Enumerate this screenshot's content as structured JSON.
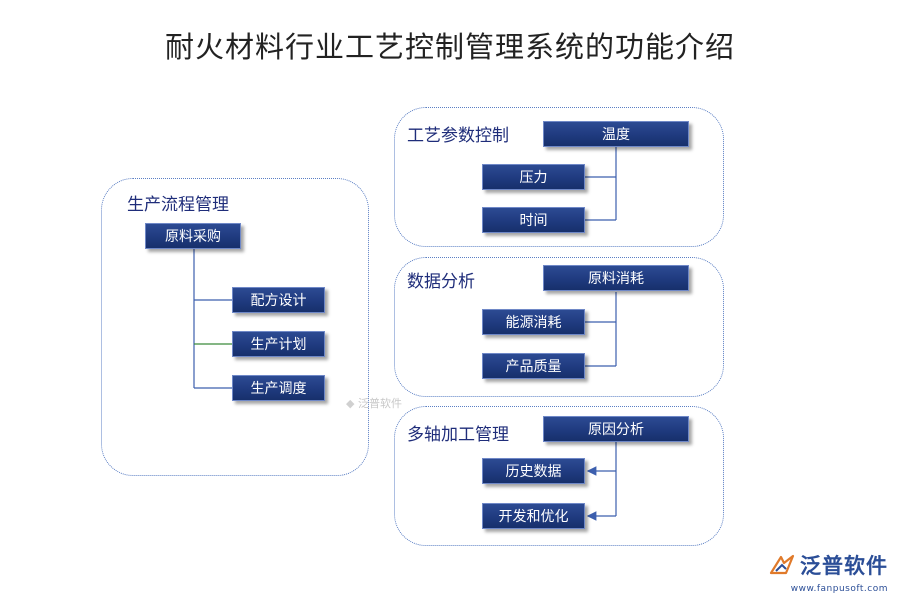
{
  "title": "耐火材料行业工艺控制管理系统的功能介绍",
  "production": {
    "title": "生产流程管理",
    "root": "原料采购",
    "items": [
      "配方设计",
      "生产计划",
      "生产调度"
    ]
  },
  "process": {
    "title": "工艺参数控制",
    "root": "温度",
    "items": [
      "压力",
      "时间"
    ]
  },
  "analysis": {
    "title": "数据分析",
    "root": "原料消耗",
    "items": [
      "能源消耗",
      "产品质量"
    ]
  },
  "multi": {
    "title": "多轴加工管理",
    "root": "原因分析",
    "items": [
      "历史数据",
      "开发和优化"
    ]
  },
  "watermark": "泛普软件",
  "logo": {
    "name": "泛普软件",
    "url": "www.fanpusoft.com"
  },
  "colors": {
    "box": "#1f3a7f",
    "panel_border": "#5b7fc4",
    "line_green": "#3a8a3a"
  }
}
